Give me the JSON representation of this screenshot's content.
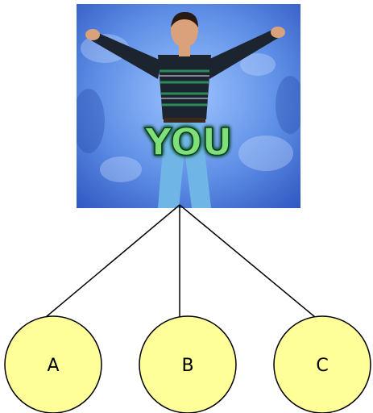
{
  "diagram": {
    "root": {
      "image_caption": "YOU",
      "colors": {
        "background_light": "#7aa8f2",
        "background_dark": "#2f56c0",
        "sweater": "#1c2430",
        "sweater_stripe": "#2f8a5a",
        "jeans": "#6fb6e6",
        "skin": "#d9a27a",
        "hair": "#2a1a14",
        "caption_fill": "#7fe07a",
        "caption_glow": "#0e4a24"
      }
    },
    "children": [
      {
        "label": "A"
      },
      {
        "label": "B"
      },
      {
        "label": "C"
      }
    ],
    "style": {
      "node_fill": "#ffff99",
      "node_stroke": "#000000",
      "edge_color": "#000000"
    }
  }
}
